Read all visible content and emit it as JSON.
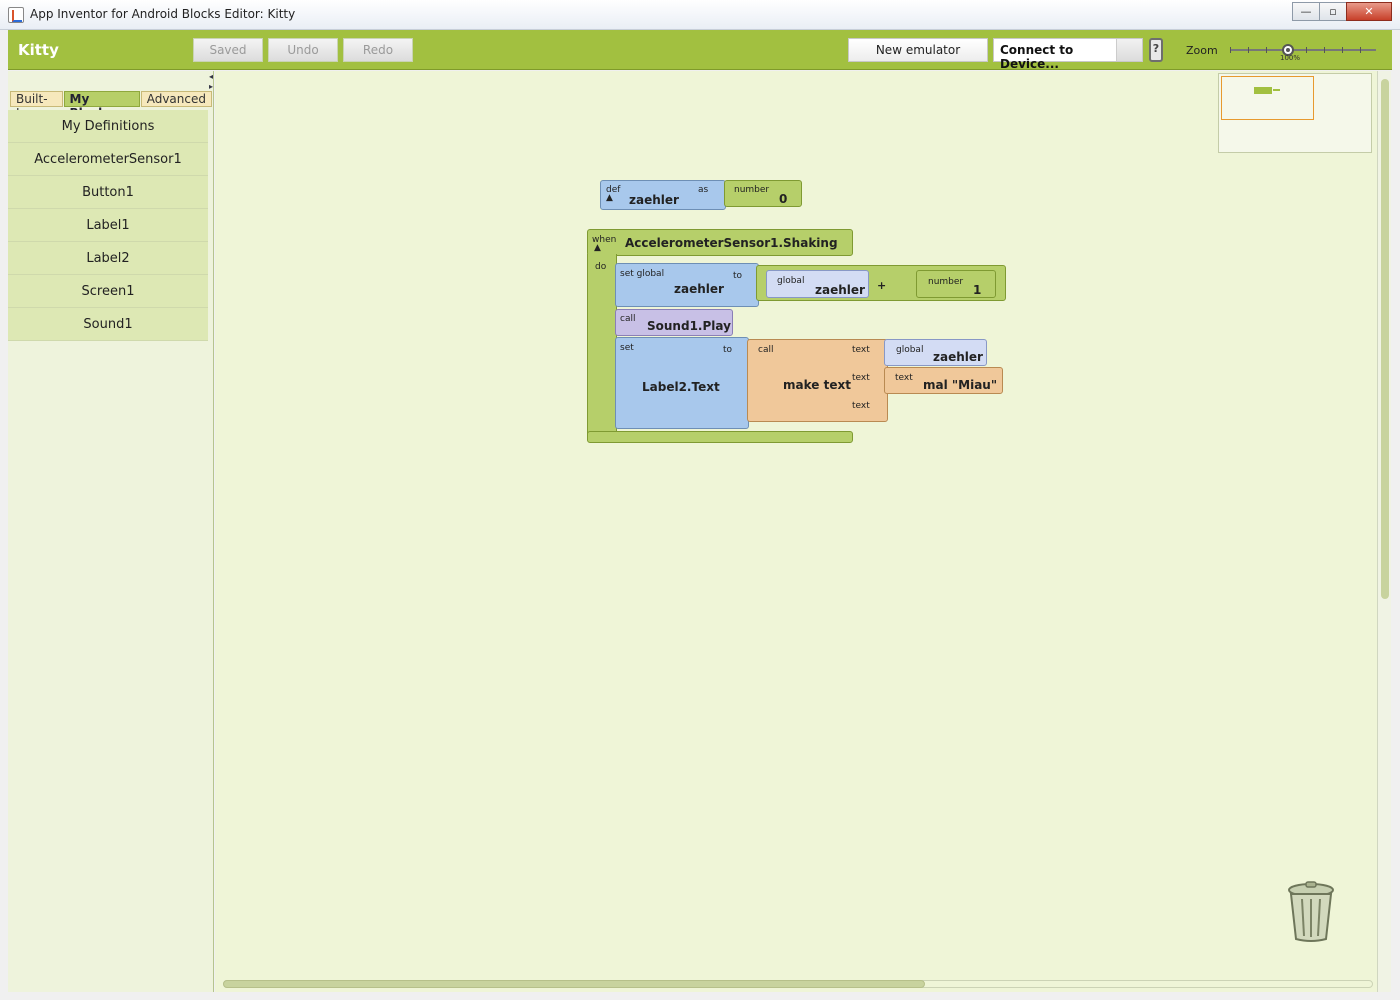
{
  "window": {
    "title": "App Inventor for Android Blocks Editor: Kitty",
    "minimize_glyph": "—",
    "maximize_glyph": "▫",
    "close_glyph": "✕"
  },
  "toolbar": {
    "project_name": "Kitty",
    "saved_label": "Saved",
    "undo_label": "Undo",
    "redo_label": "Redo",
    "new_emulator_label": "New emulator",
    "connect_label": "Connect to Device...",
    "help_glyph": "?",
    "zoom_label": "Zoom",
    "zoom_value": "100%"
  },
  "drawer": {
    "tabs": [
      "Built-In",
      "My Blocks",
      "Advanced"
    ],
    "selected_tab": "My Blocks",
    "items": [
      "My Definitions",
      "AccelerometerSensor1",
      "Button1",
      "Label1",
      "Label2",
      "Screen1",
      "Sound1"
    ]
  },
  "blocks": {
    "def": {
      "keyword": "def",
      "name": "zaehler",
      "as": "as",
      "value_type": "number",
      "value": "0"
    },
    "event": {
      "when": "when",
      "event_name": "AccelerometerSensor1.Shaking",
      "do": "do",
      "set_global": {
        "keyword": "set global",
        "name": "zaehler",
        "to": "to"
      },
      "global_ref": {
        "keyword": "global",
        "name": "zaehler"
      },
      "plus": "+",
      "number_one": {
        "keyword": "number",
        "value": "1"
      },
      "sound_call": {
        "keyword": "call",
        "name": "Sound1.Play"
      },
      "set_label": {
        "keyword": "set",
        "name": "Label2.Text",
        "to": "to"
      },
      "make_text": {
        "keyword": "call",
        "name": "make text",
        "socket_label": "text"
      },
      "global_ref2": {
        "keyword": "global",
        "name": "zaehler"
      },
      "text_literal": {
        "keyword": "text",
        "value": "mal \"Miau\""
      }
    }
  },
  "colors": {
    "toolbar": "#a2c040",
    "workspace": "#eff5d7",
    "variable_block": "#a8c8ec",
    "event_block": "#b6cf6a",
    "procedure_call": "#c8c0e6",
    "text_block": "#f0c89a"
  },
  "icons": [
    "app-icon",
    "phone-help-icon",
    "trash-icon",
    "zoom-slider"
  ]
}
